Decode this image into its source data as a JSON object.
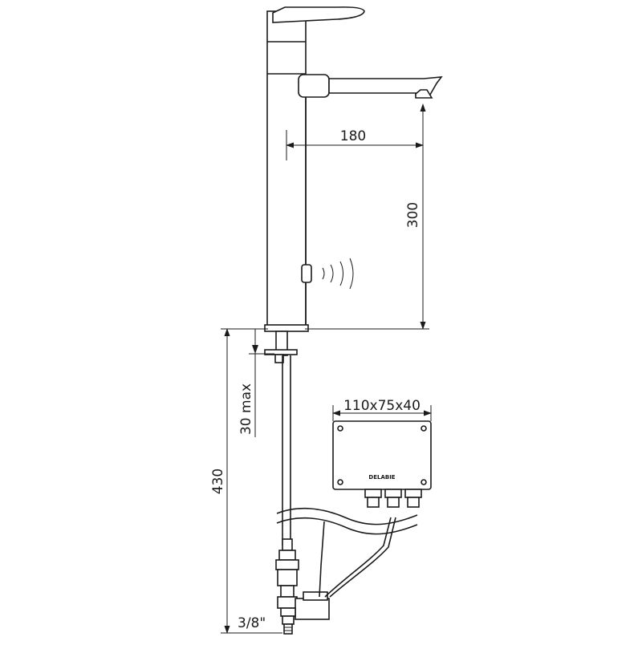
{
  "diagram": {
    "dimensions": {
      "spout_reach": "180",
      "spout_height": "300",
      "total_height": "430",
      "deck_thickness": "30 max",
      "box_size": "110x75x40",
      "connection": "3/8\""
    },
    "brand_label": "DELABIE"
  }
}
